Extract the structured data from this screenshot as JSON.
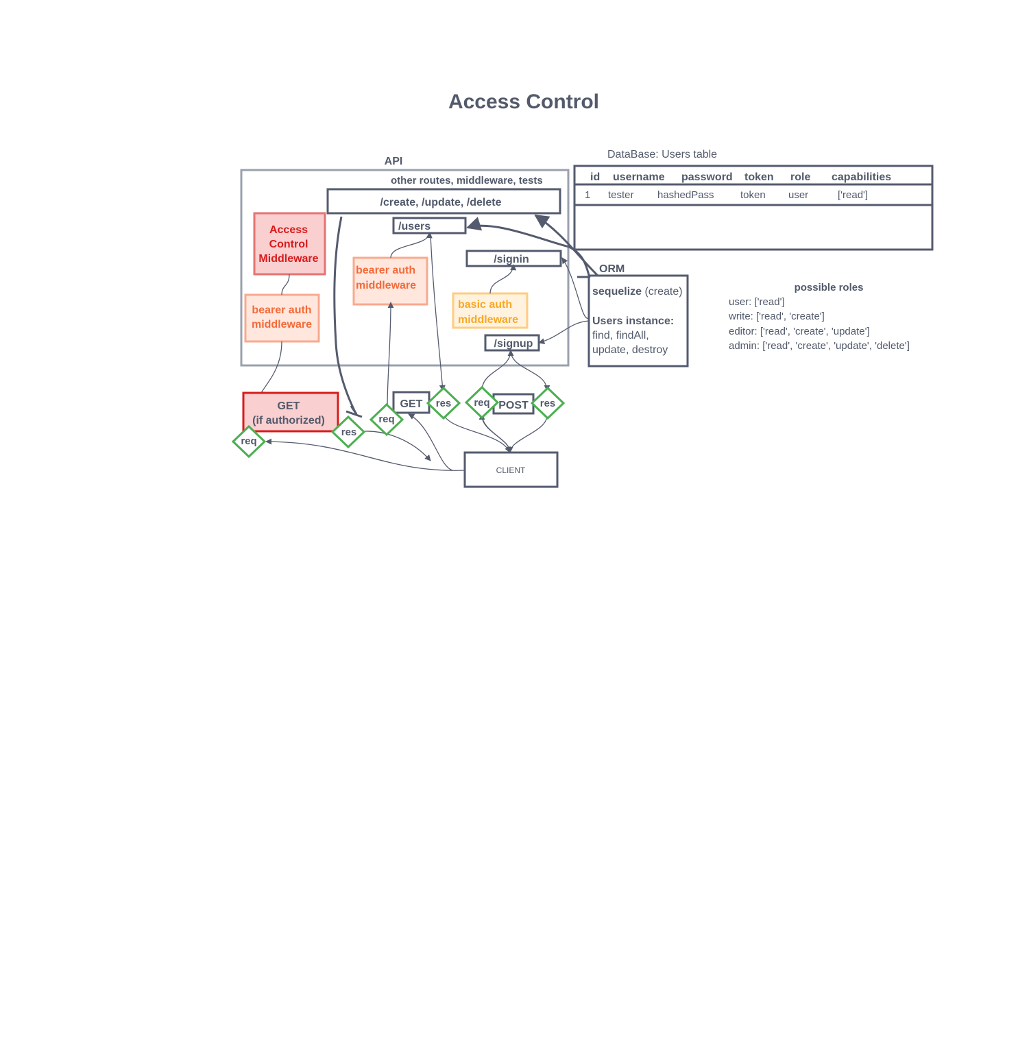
{
  "title": "Access Control",
  "api": {
    "label": "API",
    "other_routes": "other routes,  middleware,  tests",
    "routes": {
      "crud": "/create, /update, /delete",
      "users": "/users",
      "signin": "/signin",
      "signup": "/signup"
    },
    "middleware": {
      "acl": [
        "Access",
        "Control",
        "Middleware"
      ],
      "bearer_left": [
        "bearer auth",
        "middleware"
      ],
      "bearer_mid": [
        "bearer auth",
        "middleware"
      ],
      "basic": [
        "basic auth",
        "middleware"
      ]
    }
  },
  "database": {
    "label": "DataBase: Users table",
    "columns": [
      "id",
      "username",
      "password",
      "token",
      "role",
      "capabilities"
    ],
    "rows": [
      [
        "1",
        "tester",
        "hashedPass",
        "token",
        "user",
        "['read']"
      ]
    ]
  },
  "orm": {
    "label": "ORM",
    "sequelize_bold": "sequelize",
    "sequelize_rest": " (create)",
    "instance_title": "Users instance:",
    "instance_lines": [
      "find, findAll,",
      "update, destroy"
    ]
  },
  "roles": {
    "title": "possible roles",
    "items": [
      "user:  ['read']",
      "write:  ['read', 'create']",
      "editor:  ['read', 'create', 'update']",
      "admin:  ['read', 'create', 'update', 'delete']"
    ]
  },
  "requests": {
    "get_authorized": [
      "GET",
      "(if authorized)"
    ],
    "get": "GET",
    "post": "POST",
    "req": "req",
    "res": "res"
  },
  "client": "CLIENT",
  "colors": {
    "ink": "#525a6b",
    "acl_red": "#d81b1b",
    "acl_fill": "#f9cfd0",
    "bearer_orange": "#f26b3a",
    "bearer_fill": "#ffe7de",
    "basic_yellow": "#f9a825",
    "basic_fill": "#fff3e0",
    "diamond_green": "#4caf50"
  }
}
